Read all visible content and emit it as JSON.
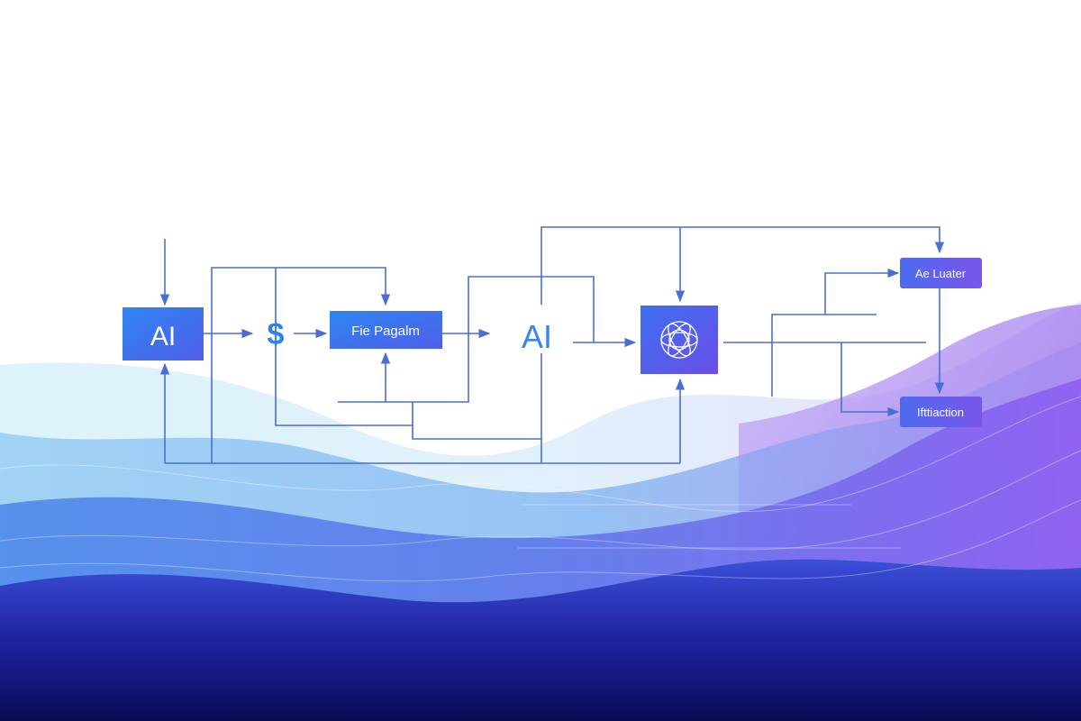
{
  "diagram": {
    "nodes": {
      "ai_box": {
        "label": "AI"
      },
      "dollar_symbol": {
        "label": "$"
      },
      "program_box": {
        "label": "Fie Pagalm"
      },
      "ai_text": {
        "label": "AI"
      },
      "network_box": {
        "icon": "network-sphere-icon"
      },
      "top_right_box": {
        "label": "Ae Luater"
      },
      "bottom_right_box": {
        "label": "Ifttiaction"
      }
    },
    "colors": {
      "line": "#4a6fd4",
      "box_start": "#2f7ff0",
      "box_end": "#5a4ee8",
      "right_box_start": "#4d6cf0",
      "right_box_end": "#7a55ea",
      "text_blue": "#3b82f6",
      "wave_light": "#bfe6f7",
      "wave_mid": "#5fa6ef",
      "wave_purple": "#8f6cf2",
      "wave_dark": "#0b0f5e"
    }
  }
}
